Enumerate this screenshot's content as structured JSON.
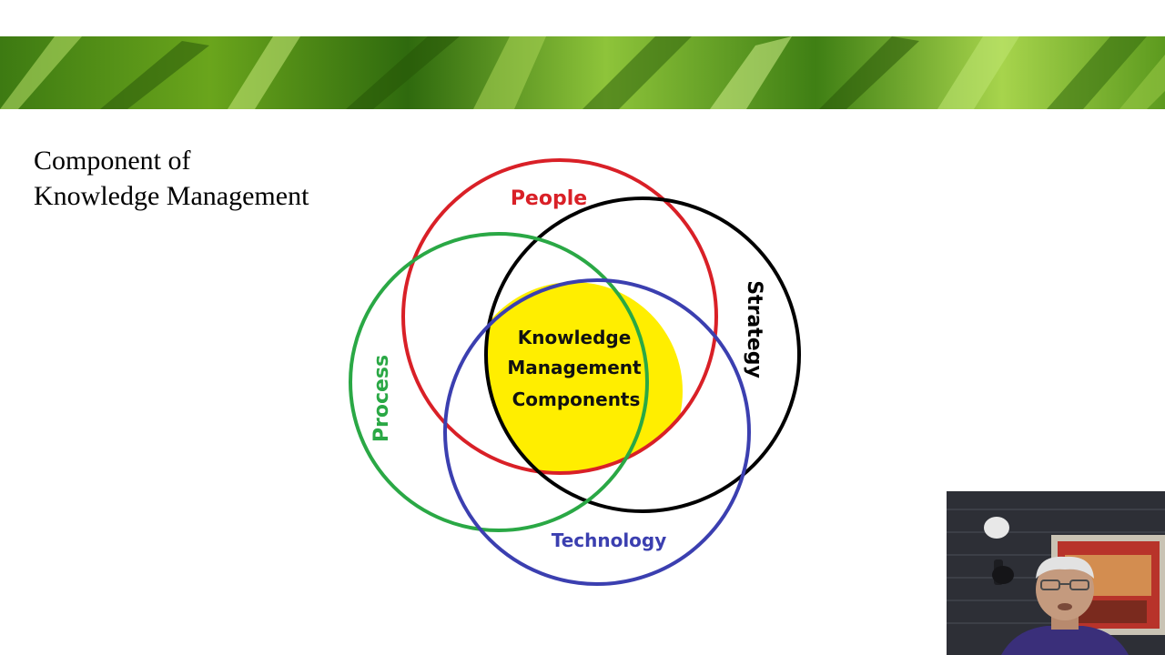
{
  "slide": {
    "title_line1": "Component of",
    "title_line2": "Knowledge Management"
  },
  "diagram": {
    "circles": [
      {
        "label": "People",
        "color": "#d92027"
      },
      {
        "label": "Strategy",
        "color": "#000000"
      },
      {
        "label": "Process",
        "color": "#2aa845"
      },
      {
        "label": "Technology",
        "color": "#3b3fb0"
      }
    ],
    "center": {
      "line1": "Knowledge",
      "line2": "Management",
      "line3": "Components",
      "fill": "#ffee00"
    }
  },
  "banner": {
    "icon": "grass-leaves-image"
  },
  "webcam": {
    "icon": "presenter-video-feed"
  }
}
